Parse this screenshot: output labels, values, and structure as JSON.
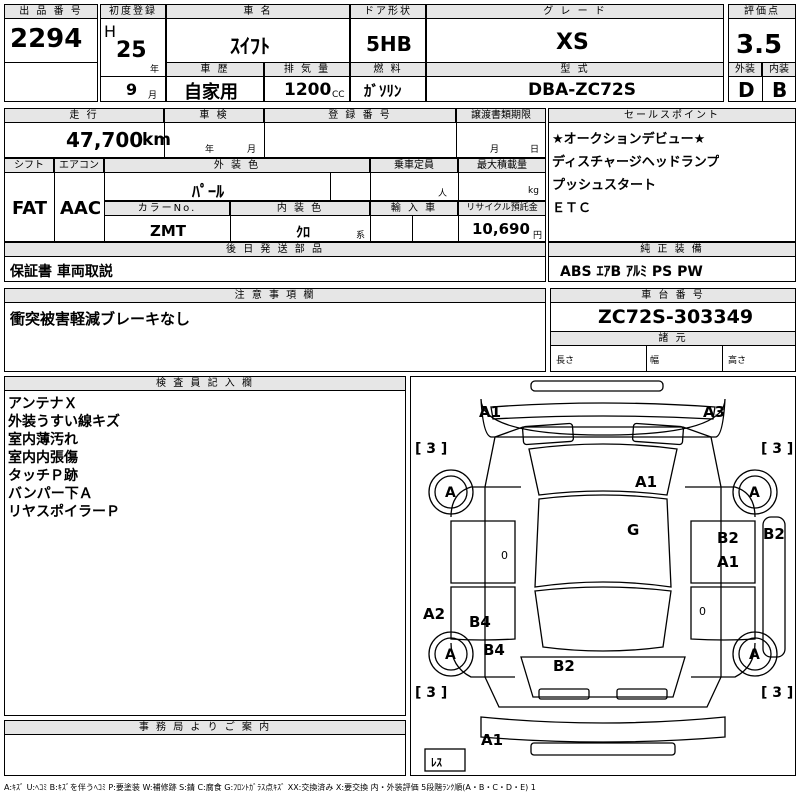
{
  "header": {
    "lot_label": "出 品 番 号",
    "lot_value": "2294",
    "first_reg_label": "初度登録",
    "era": "H",
    "year": "25",
    "year_unit": "年",
    "month": "9",
    "month_unit": "月",
    "name_label": "車 名",
    "name_value": "ｽｲﾌﾄ",
    "door_label": "ドア形状",
    "door_value": "5HB",
    "grade_label": "グ レ ー ド",
    "grade_value": "XS",
    "score_label": "評価点",
    "score_value": "3.5",
    "ext_label": "外装",
    "ext_value": "D",
    "int_label": "内装",
    "int_value": "B",
    "history_label": "車 歴",
    "history_value": "自家用",
    "disp_label": "排 気 量",
    "disp_value": "1200",
    "disp_unit": "CC",
    "fuel_label": "燃 料",
    "fuel_value": "ｶﾞｿﾘﾝ",
    "model_label": "型 式",
    "model_value": "DBA-ZC72S"
  },
  "row2": {
    "mileage_label": "走 行",
    "mileage_value": "47,700",
    "mileage_unit": "km",
    "inspection_label": "車 検",
    "inspection_year": "年",
    "inspection_month": "月",
    "regno_label": "登 録 番 号",
    "transfer_label": "譲渡書類期限",
    "transfer_month": "月",
    "transfer_day": "日",
    "sales_label": "セールスポイント",
    "sales_points": [
      "★オークションデビュー★",
      "ディスチャージヘッドランプ",
      "プッシュスタート",
      "ＥＴＣ"
    ]
  },
  "specs": {
    "shift_label": "シフト",
    "shift_value": "FAT",
    "ac_label": "エアコン",
    "ac_value": "AAC",
    "color_label": "外 装 色",
    "color_value": "ﾊﾟｰﾙ",
    "capacity_label": "乗車定員",
    "capacity_unit": "人",
    "load_label": "最大積載量",
    "load_unit": "kg",
    "colorno_label": "カラーNo.",
    "colorno_value": "ZMT",
    "interior_label": "内 装 色",
    "interior_value": "ｸﾛ",
    "interior_unit": "系",
    "import_label": "輸 入 車",
    "recycle_label": "リサイクル預託金",
    "recycle_value": "10,690",
    "recycle_unit": "円"
  },
  "later": {
    "label": "後 日 発 送 部 品",
    "value": "保証書 車両取説"
  },
  "equipment": {
    "label": "純 正 装 備",
    "value": "ABS ｴｱB ｱﾙﾐ PS PW"
  },
  "notes": {
    "label": "注 意 事 項 欄",
    "value": "衝突被害軽減ブレーキなし"
  },
  "chassis": {
    "label": "車 台 番 号",
    "value": "ZC72S-303349",
    "dims_label": "諸 元",
    "length_label": "長さ",
    "width_label": "幅",
    "height_label": "高さ"
  },
  "inspector": {
    "label": "検 査 員 記 入 欄",
    "lines": [
      "アンテナＸ",
      "外装うすい線キズ",
      "室内薄汚れ",
      "室内内張傷",
      "タッチＰ跡",
      "バンパー下Ａ",
      "リヤスポイラーＰ"
    ]
  },
  "office": {
    "label": "事 務 局 よ り ご 案 内"
  },
  "diagram": {
    "marks": {
      "front_left": "A1",
      "front_right": "A3",
      "windshield": "A1",
      "roof": "G",
      "right_front_door_1": "B2",
      "right_front_door_2": "A1",
      "right_fender": "B2",
      "left_rear_quarter": "A2",
      "left_rear_door_1": "B4",
      "left_rear_door_2": "B4",
      "rear_glass": "B2",
      "rear_bumper": "A1",
      "wheel": "A",
      "tire_front_left": "3",
      "tire_front_right": "3",
      "tire_rear_left": "3",
      "tire_rear_right": "3",
      "spare": "ﾚｽ",
      "door_zero": "0"
    }
  },
  "legend": "A:ｷｽﾞ U:ﾍｺﾐ B:ｷｽﾞを伴うﾍｺﾐ P:要塗装 W:補修跡 S:錆 C:腐食 G:ﾌﾛﾝﾄｶﾞﾗｽ点ｷｽﾞ XX:交換済み X:要交換 内・外装評価 5段階ﾗﾝｸ順(A・B・C・D・E) 1"
}
